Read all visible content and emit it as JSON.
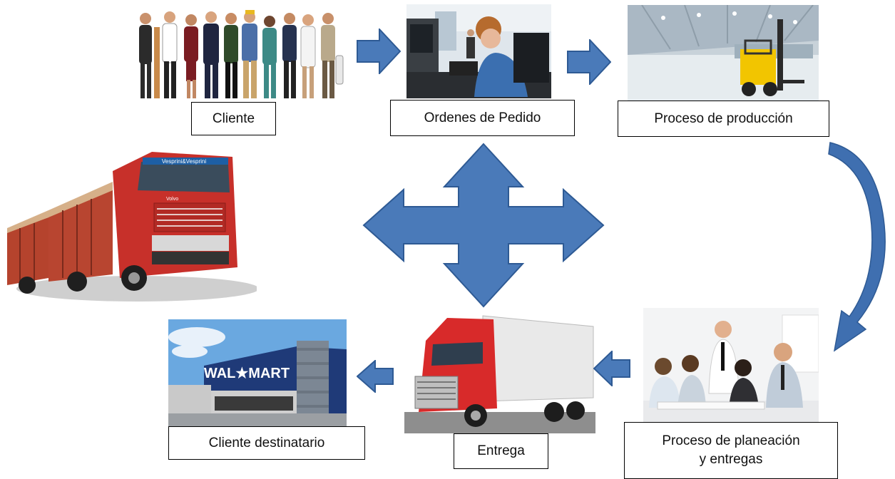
{
  "labels": {
    "cliente": "Cliente",
    "ordenes": "Ordenes de Pedido",
    "produccion": "Proceso de producción",
    "planeacion_line1": "Proceso de planeación",
    "planeacion_line2": "y entregas",
    "entrega": "Entrega",
    "destinatario": "Cliente destinatario"
  },
  "images": {
    "store_sign": "WAL★MART",
    "truck_banner": "Vesprini&Vesprini",
    "truck_brand": "Volvo"
  },
  "colors": {
    "arrow_fill": "#4a7ab9",
    "arrow_stroke": "#2e5a94",
    "label_border": "#000000"
  },
  "icons": {
    "flow_arrow": "right-arrow-icon",
    "center": "four-way-arrow-icon",
    "curve": "curved-arrow-icon"
  }
}
